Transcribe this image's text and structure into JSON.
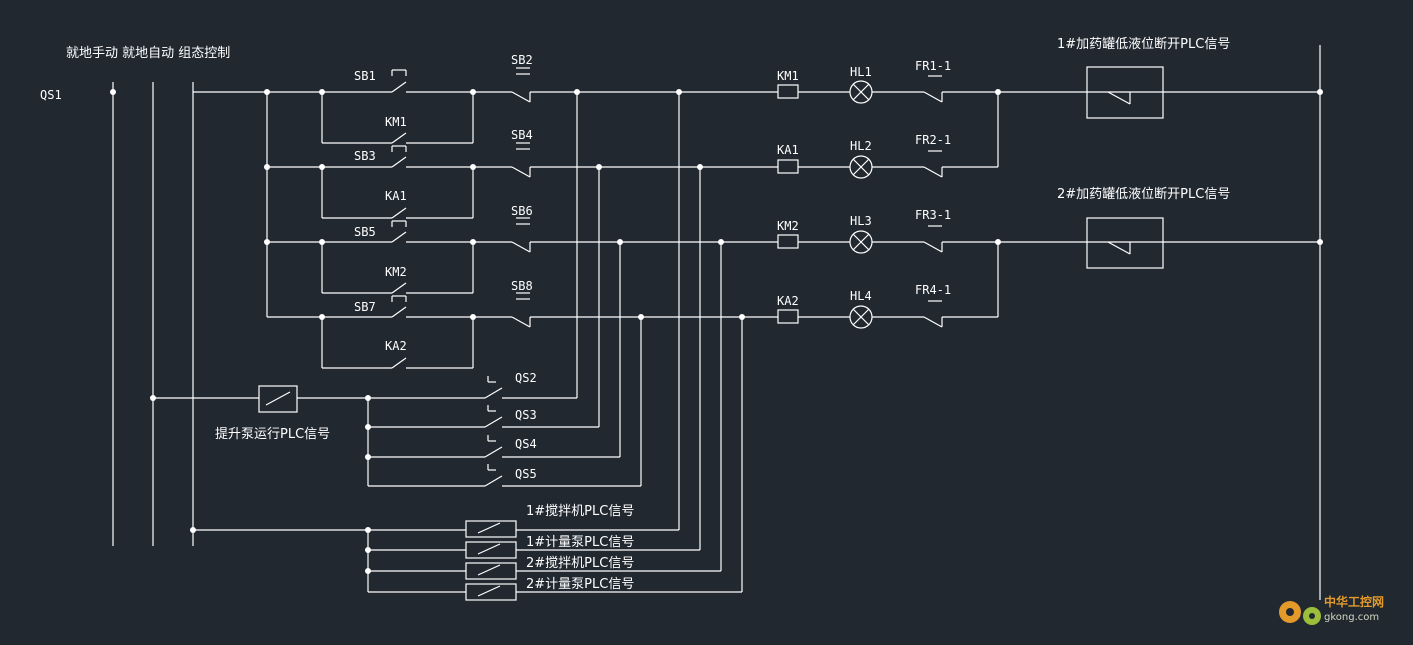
{
  "header": {
    "mode_labels": "就地手动 就地自动 组态控制",
    "main_switch": "QS1"
  },
  "rows": [
    {
      "sb_top": "SB1",
      "interlock": "KM1",
      "sb_stop": "SB2",
      "load": "KM1",
      "lamp": "HL1",
      "relay": "FR1-1"
    },
    {
      "sb_top": "SB3",
      "interlock": "KA1",
      "sb_stop": "SB4",
      "load": "KA1",
      "lamp": "HL2",
      "relay": "FR2-1"
    },
    {
      "sb_top": "SB5",
      "interlock": "KM2",
      "sb_stop": "SB6",
      "load": "KM2",
      "lamp": "HL3",
      "relay": "FR3-1"
    },
    {
      "sb_top": "SB7",
      "interlock": "KA2",
      "sb_stop": "SB8",
      "load": "KA2",
      "lamp": "HL4",
      "relay": "FR4-1"
    }
  ],
  "plc_low_level": [
    "1#加药罐低液位断开PLC信号",
    "2#加药罐低液位断开PLC信号"
  ],
  "lift_pump_signal": "提升泵运行PLC信号",
  "qs_switches": [
    "QS2",
    "QS3",
    "QS4",
    "QS5"
  ],
  "plc_run_signals": [
    "1#搅拌机PLC信号",
    "1#计量泵PLC信号",
    "2#搅拌机PLC信号",
    "2#计量泵PLC信号"
  ],
  "watermark": {
    "brand": "中华工控网",
    "url": "gkong.com"
  },
  "colors": {
    "background": "#212830",
    "wire": "#ffffff",
    "watermark": "#e39a2a"
  }
}
